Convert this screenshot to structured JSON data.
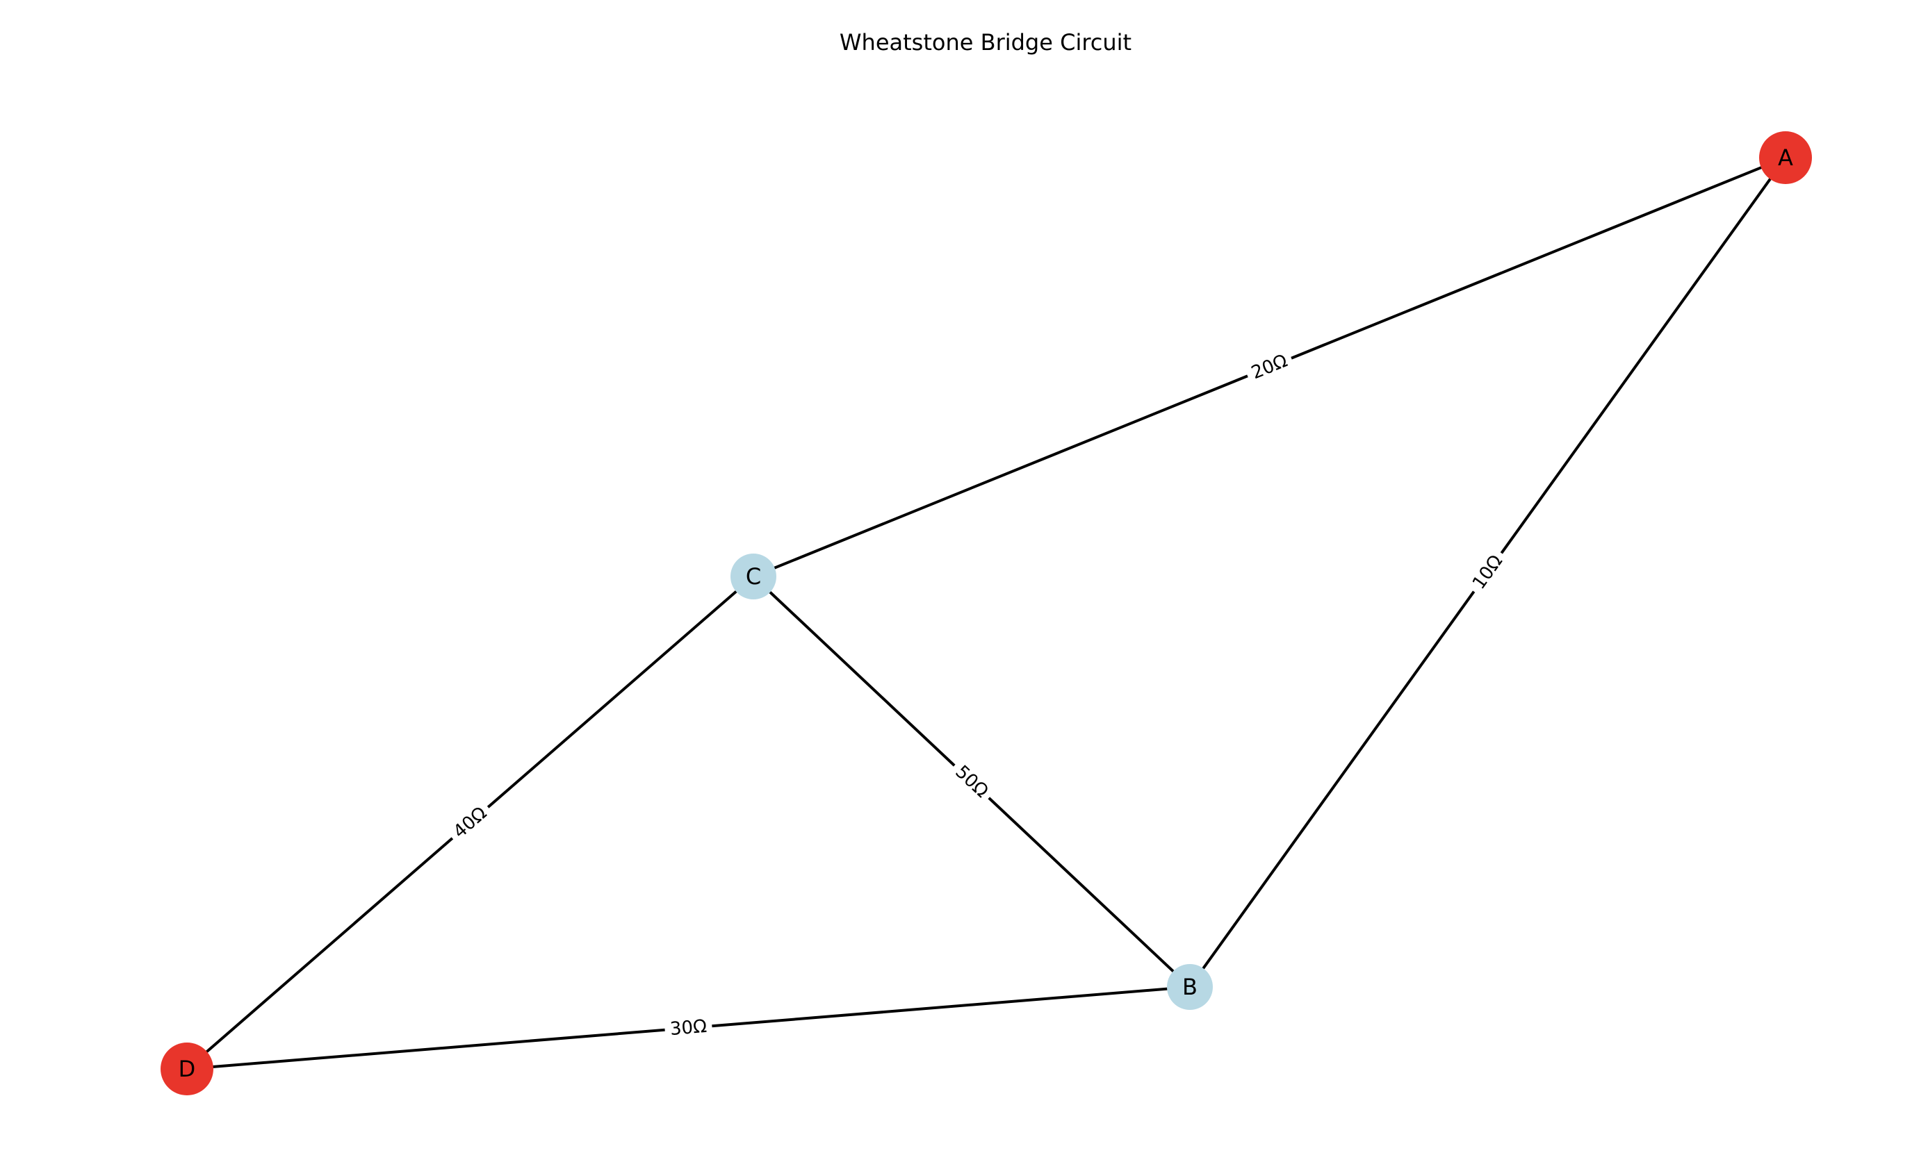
{
  "title": "Wheatstone Bridge Circuit",
  "colors": {
    "terminal_node": "#e8352b",
    "internal_node": "#b7d8e4",
    "edge": "#000000"
  },
  "nodes": [
    {
      "id": "A",
      "label": "A",
      "kind": "terminal"
    },
    {
      "id": "B",
      "label": "B",
      "kind": "internal"
    },
    {
      "id": "C",
      "label": "C",
      "kind": "internal"
    },
    {
      "id": "D",
      "label": "D",
      "kind": "terminal"
    }
  ],
  "edges": [
    {
      "from": "A",
      "to": "C",
      "label": "20Ω"
    },
    {
      "from": "A",
      "to": "B",
      "label": "10Ω"
    },
    {
      "from": "C",
      "to": "B",
      "label": "50Ω"
    },
    {
      "from": "C",
      "to": "D",
      "label": "40Ω"
    },
    {
      "from": "D",
      "to": "B",
      "label": "30Ω"
    }
  ]
}
